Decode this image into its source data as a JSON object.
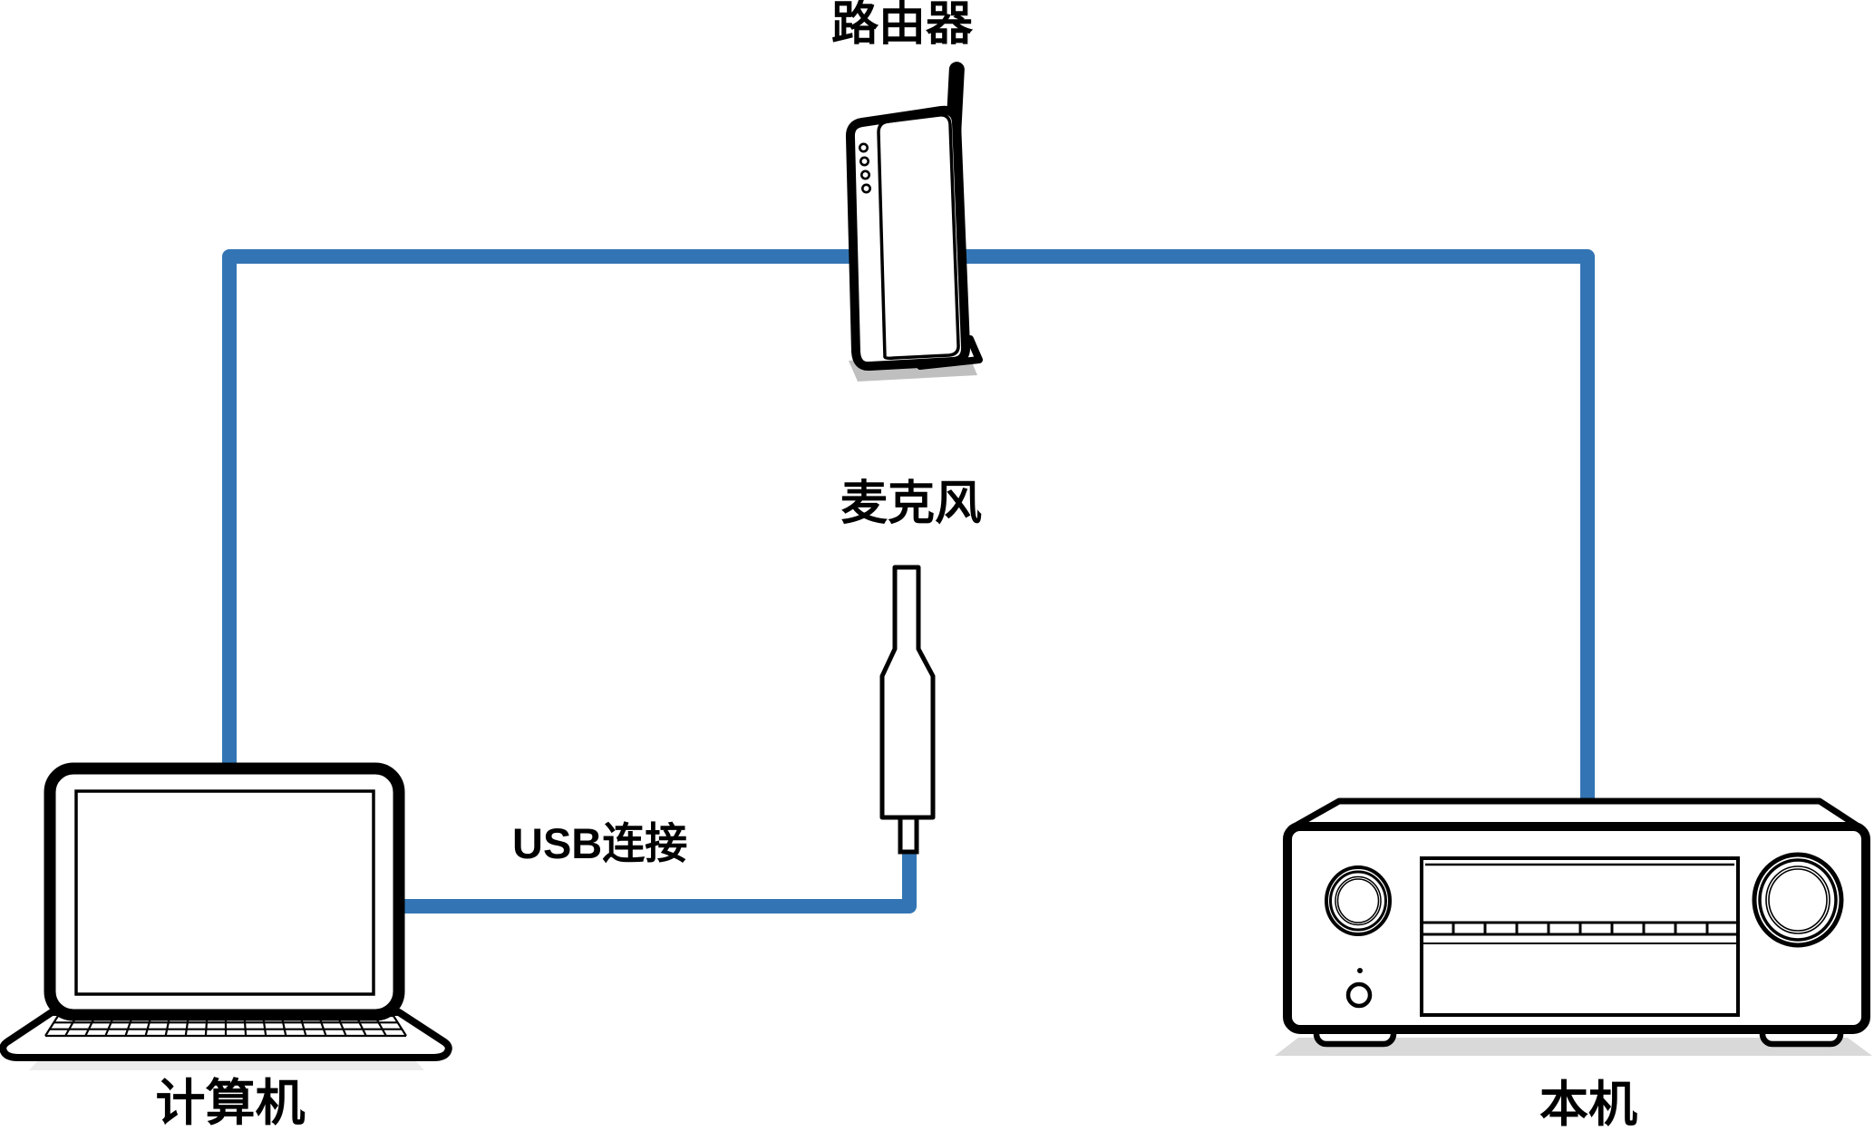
{
  "diagram": {
    "type": "connection-diagram",
    "background": "#FFFFFF",
    "colors": {
      "cable": "#3375B4",
      "outline": "#000000",
      "shadow_light": "#D9D9D9",
      "shadow_dark": "#A9A9A9"
    },
    "nodes": [
      {
        "id": "router",
        "label": "路由器"
      },
      {
        "id": "computer",
        "label": "计算机"
      },
      {
        "id": "microphone",
        "label": "麦克风"
      },
      {
        "id": "av-receiver",
        "label": "本机"
      }
    ],
    "connections": [
      {
        "from": "computer",
        "to": "router",
        "style": "network-cable",
        "label": ""
      },
      {
        "from": "router",
        "to": "av-receiver",
        "style": "network-cable",
        "label": ""
      },
      {
        "from": "computer",
        "to": "microphone",
        "style": "usb-cable",
        "label": "USB连接"
      }
    ]
  }
}
